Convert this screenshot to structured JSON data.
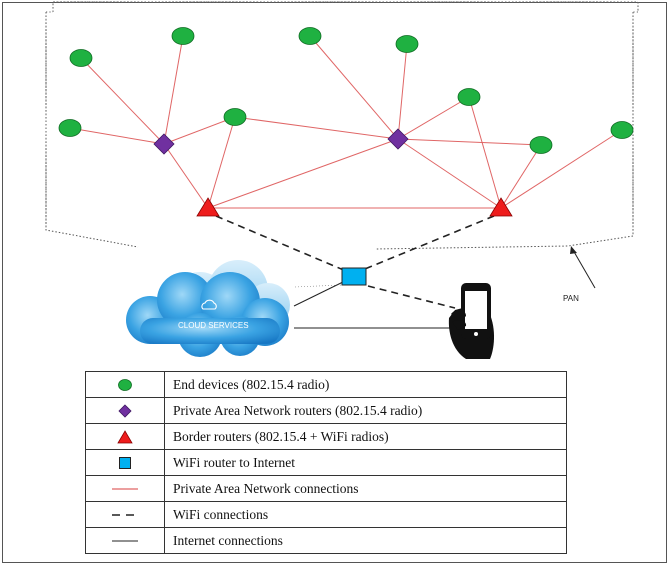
{
  "diagram": {
    "cloud_label": "CLOUD SERVICES",
    "pan_label": "PAN",
    "colors": {
      "end_device": "#1fb141",
      "pan_router": "#7030a0",
      "border_router": "#ee1c1c",
      "wifi_router": "#00b0f0",
      "pan_link": "#e06666",
      "cloud": "#2b9fe0"
    }
  },
  "legend": {
    "rows": [
      {
        "symbol": "green-circle",
        "label": "End devices (802.15.4 radio)"
      },
      {
        "symbol": "purple-diamond",
        "label": "Private Area Network routers (802.15.4 radio)"
      },
      {
        "symbol": "red-triangle",
        "label": "Border routers (802.15.4 + WiFi radios)"
      },
      {
        "symbol": "blue-square",
        "label": "WiFi router to Internet"
      },
      {
        "symbol": "red-line",
        "label": "Private Area Network connections"
      },
      {
        "symbol": "dashed-line",
        "label": "WiFi connections"
      },
      {
        "symbol": "solid-line",
        "label": "Internet connections"
      }
    ]
  }
}
